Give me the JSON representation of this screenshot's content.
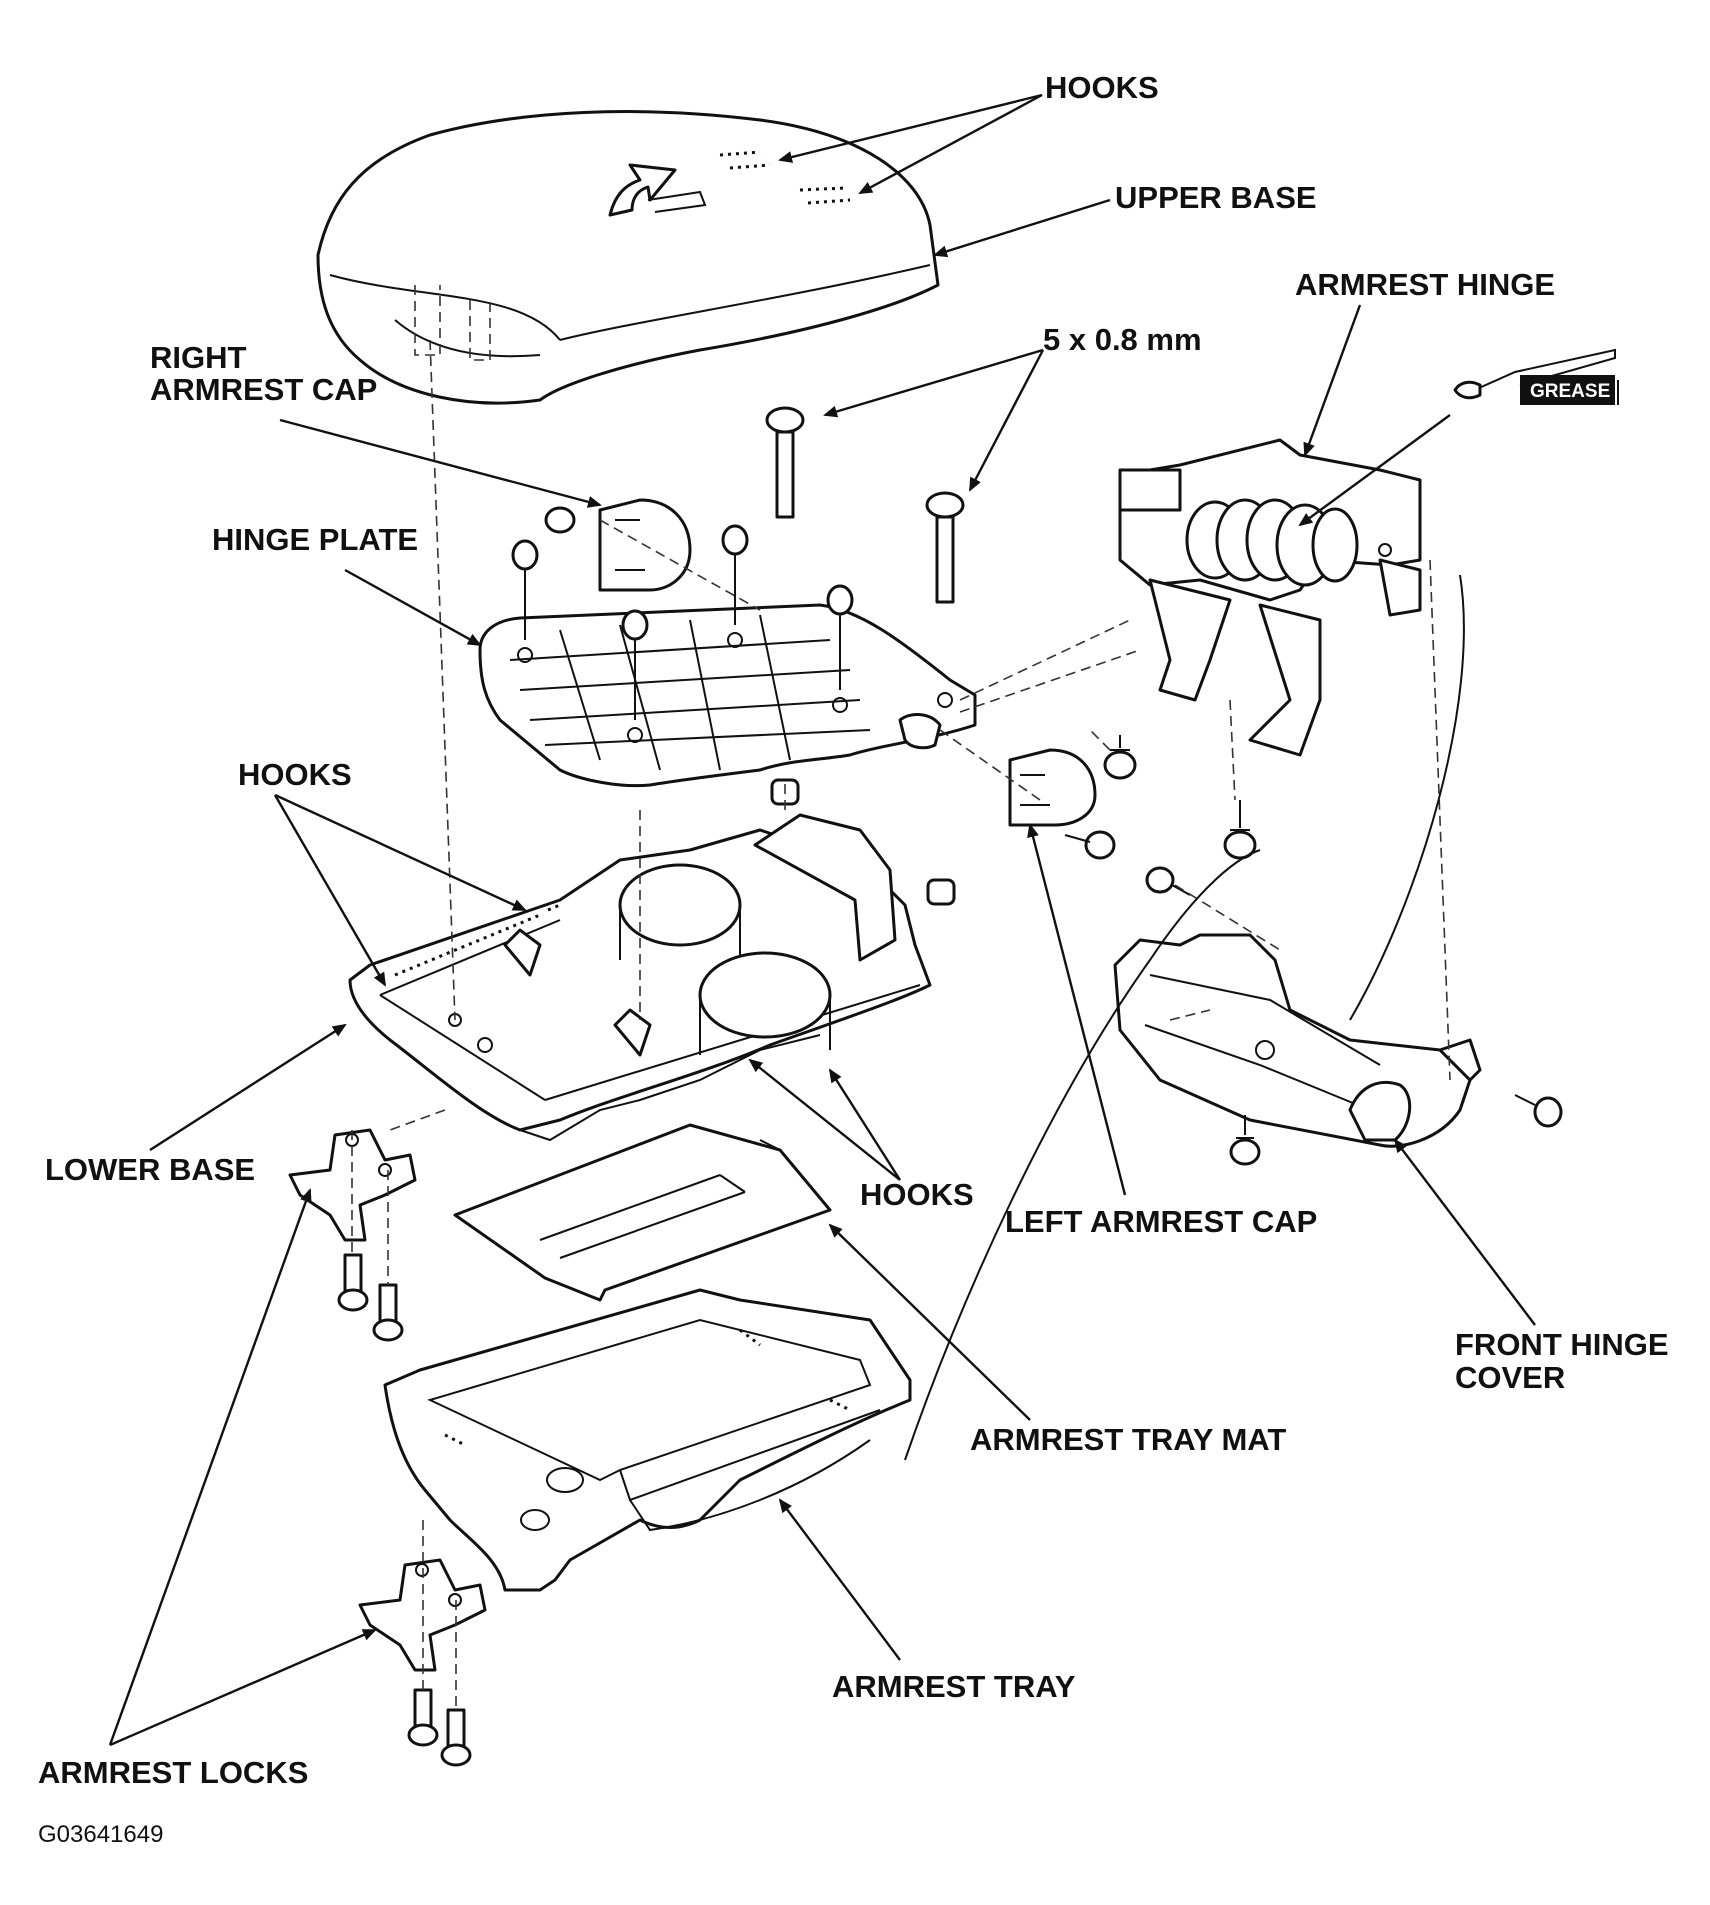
{
  "labels": {
    "hooks_top": "HOOKS",
    "upper_base": "UPPER BASE",
    "armrest_hinge": "ARMREST HINGE",
    "bolt_size": "5 x 0.8 mm",
    "right_armrest_cap_line1": "RIGHT",
    "right_armrest_cap_line2": "ARMREST CAP",
    "hinge_plate": "HINGE PLATE",
    "hooks_left": "HOOKS",
    "lower_base": "LOWER BASE",
    "hooks_bottom": "HOOKS",
    "left_armrest_cap": "LEFT ARMREST CAP",
    "front_hinge_cover_line1": "FRONT HINGE",
    "front_hinge_cover_line2": "COVER",
    "armrest_tray_mat": "ARMREST TRAY MAT",
    "armrest_tray": "ARMREST TRAY",
    "armrest_locks": "ARMREST LOCKS",
    "grease": "GREASE"
  },
  "figure_code": "G03641649"
}
